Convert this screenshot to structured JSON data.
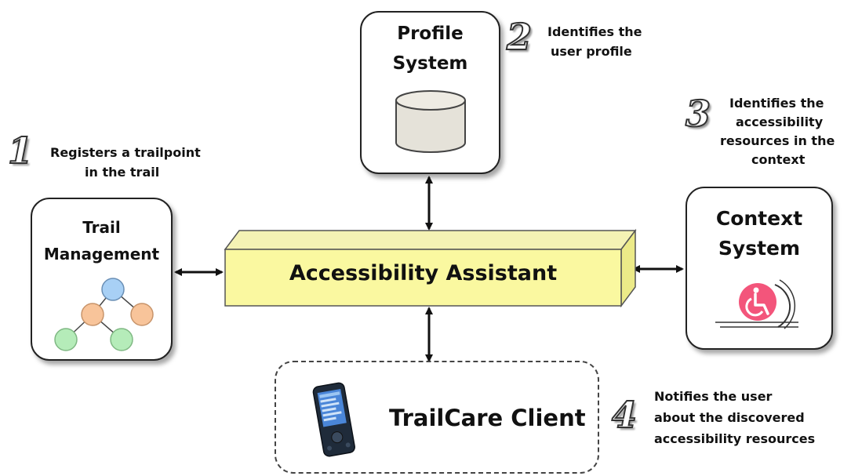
{
  "center": {
    "label": "Accessibility Assistant"
  },
  "profile": {
    "title_line1": "Profile",
    "title_line2": "System"
  },
  "trail": {
    "title_line1": "Trail",
    "title_line2": "Management"
  },
  "context": {
    "title_line1": "Context",
    "title_line2": "System"
  },
  "client": {
    "title": "TrailCare Client"
  },
  "steps": [
    {
      "number": "1",
      "lines": [
        "Registers a trailpoint",
        "in the trail"
      ]
    },
    {
      "number": "2",
      "lines": [
        "Identifies the",
        "user profile"
      ]
    },
    {
      "number": "3",
      "lines": [
        "Identifies the",
        "accessibility",
        "resources in the",
        "context"
      ]
    },
    {
      "number": "4",
      "lines": [
        "Notifies the user",
        "about the discovered",
        "accessibility resources"
      ]
    }
  ],
  "colors": {
    "center_front": "#faf8a0",
    "center_top": "#f4f2b4",
    "center_side": "#ecea88",
    "database": "#e5e2d9",
    "tree_root": "#a8d0f5",
    "tree_mid": "#f8c49a",
    "tree_leaf": "#b5ecb9",
    "wheelchair": "#f3557b"
  },
  "icons": [
    "database-icon",
    "tree-icon",
    "wheelchair-icon",
    "pda-device-icon"
  ]
}
